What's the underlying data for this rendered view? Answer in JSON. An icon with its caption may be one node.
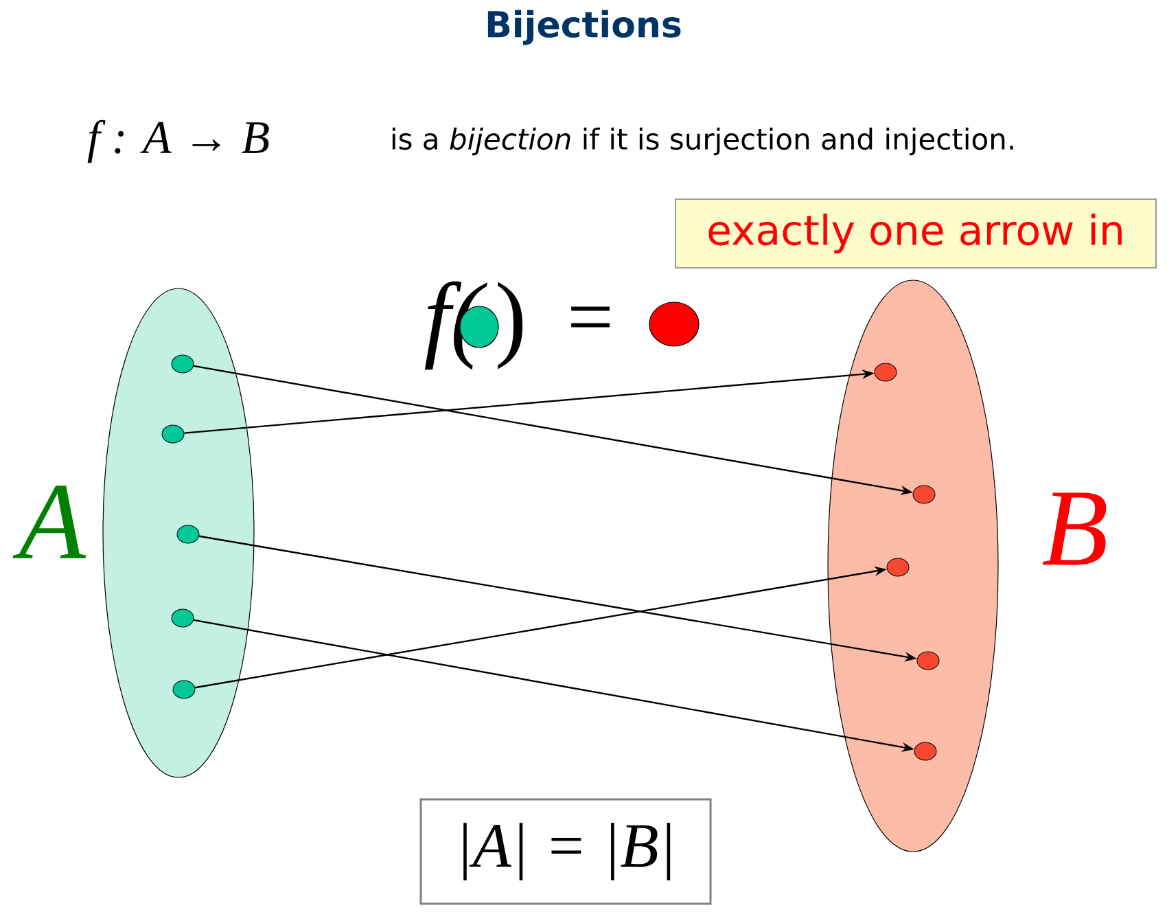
{
  "diagram": {
    "title": "Bijections",
    "nodes": [
      {
        "text": [
          "exactly one arrow in"
        ]
      },
      {
        "text": [],
        "shape": "ellipse",
        "beside": [
          "A"
        ]
      },
      {
        "text": [],
        "shape": "ellipse",
        "beside": [
          "B"
        ]
      },
      {
        "text": [],
        "shape": "circle",
        "in": 1
      },
      {
        "text": [],
        "shape": "circle",
        "in": 1
      },
      {
        "text": [],
        "shape": "circle",
        "in": 1
      },
      {
        "text": [],
        "shape": "circle",
        "in": 1
      },
      {
        "text": [],
        "shape": "circle",
        "in": 1
      },
      {
        "text": [],
        "shape": "circle",
        "in": 2
      },
      {
        "text": [],
        "shape": "circle",
        "in": 2
      },
      {
        "text": [],
        "shape": "circle",
        "in": 2
      },
      {
        "text": [],
        "shape": "circle",
        "in": 2
      },
      {
        "text": [],
        "shape": "circle",
        "in": 2
      },
      {
        "text": [
          "|A| = |B|"
        ]
      }
    ],
    "edges": [
      {
        "from": 3,
        "to": 9,
        "arrow": "to"
      },
      {
        "from": 4,
        "to": 8,
        "arrow": "to"
      },
      {
        "from": 5,
        "to": 11,
        "arrow": "to"
      },
      {
        "from": 6,
        "to": 12,
        "arrow": "to"
      },
      {
        "from": 7,
        "to": 10,
        "arrow": "to"
      }
    ],
    "labels": [
      "f : A → B",
      "is a *bijection* if it is surjection and injection.",
      "f(",
      ")",
      "="
    ]
  }
}
